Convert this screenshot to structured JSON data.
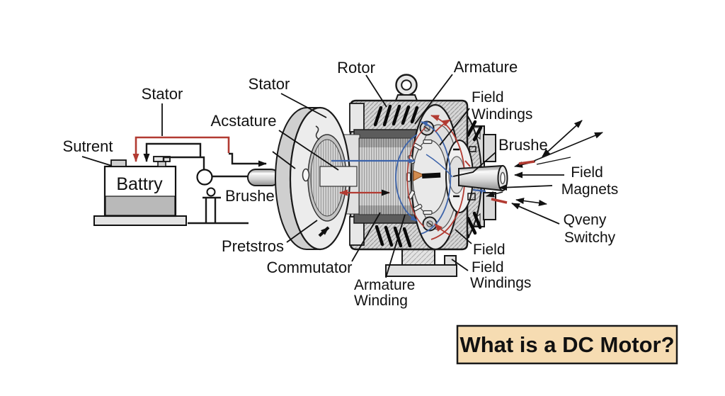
{
  "title_box": {
    "text": "What is a DC Motor?",
    "bg": "#f6dcb2",
    "border": "#1a1a1a"
  },
  "labels": {
    "sutrent": "Sutrent",
    "stator_left": "Stator",
    "battery": "Battry",
    "brushe_left": "Brushe",
    "stator_mid": "Stator",
    "acstature": "Acstature",
    "rotor": "Rotor",
    "armature": "Armature",
    "field_windings_top": {
      "line1": "Field",
      "line2": "Windings"
    },
    "brushe_right": "Brushe",
    "field_magnets": {
      "line1": "Field",
      "line2": "Magnets"
    },
    "qveny_switchy": {
      "line1": "Qveny",
      "line2": "Switchy"
    },
    "pretstros": "Pretstros",
    "commutator": "Commutator",
    "armature_winding": {
      "line1": "Armature",
      "line2": "Winding"
    },
    "field_bottom": "Field",
    "field_windings_bottom": {
      "line1": "Field",
      "line2": "Windings"
    }
  },
  "icons": {
    "lifting_eye": "lifting-eye-ring",
    "connector": "circle-connector",
    "brush_stand": "brush-ground-symbol"
  },
  "colors": {
    "ink": "#1a1a1a",
    "wire_red": "#b23b32",
    "flux_blue": "#3c63aa",
    "copper": "#d28b4e",
    "metal_light": "#ececec",
    "metal_mid": "#d7d7d7",
    "metal_dark": "#5c5c5c",
    "title_bg": "#f6dcb2"
  }
}
